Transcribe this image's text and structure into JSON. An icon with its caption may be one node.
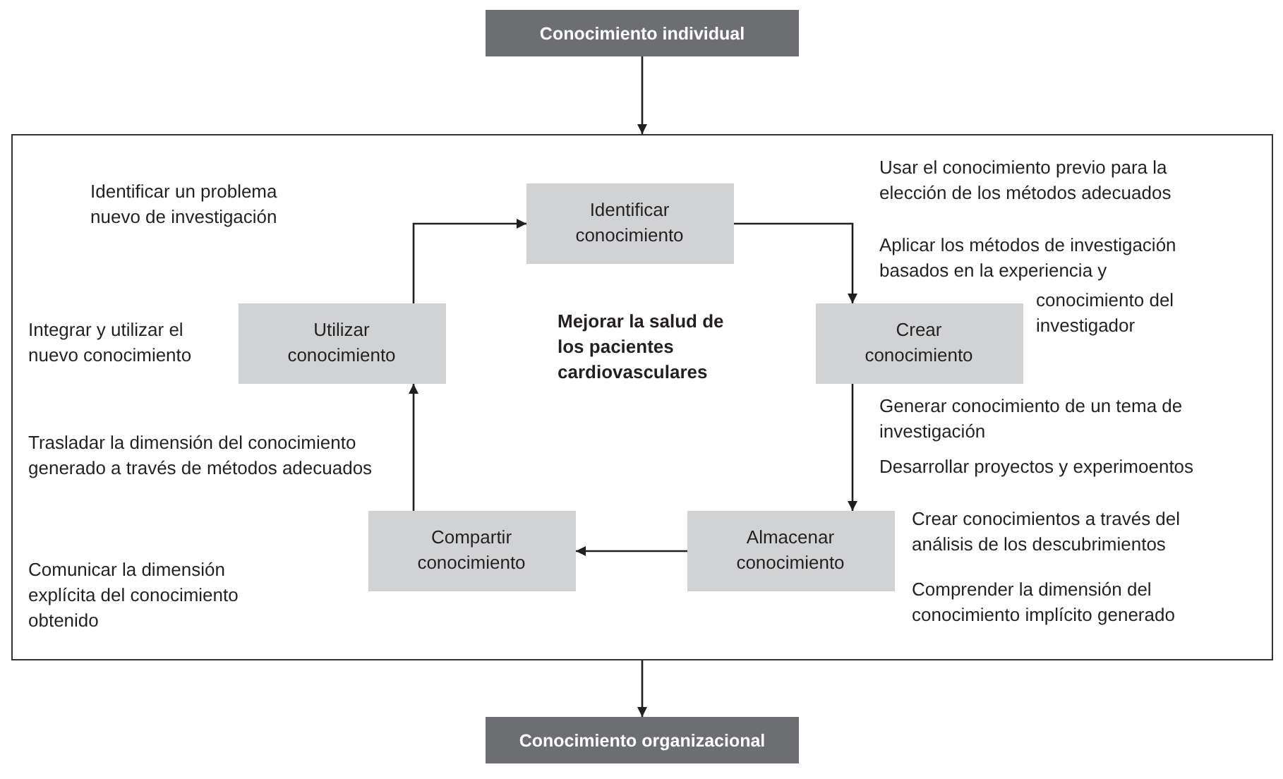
{
  "diagram": {
    "nodes": [
      {
        "text": [
          "Conocimiento individual"
        ]
      },
      {
        "text": [],
        "shape": "box"
      },
      {
        "text": [
          "Identificar conocimiento"
        ],
        "in": 1
      },
      {
        "text": [
          "Crear conocimiento"
        ],
        "in": 1
      },
      {
        "text": [
          "Almacenar conocimiento"
        ],
        "in": 1
      },
      {
        "text": [
          "Compartir conocimiento"
        ],
        "in": 1
      },
      {
        "text": [
          "Utilizar conocimiento"
        ],
        "in": 1
      },
      {
        "text": [
          "Conocimiento organizacional"
        ]
      }
    ],
    "edges": [
      {
        "from": 0,
        "to": 1,
        "arrow": "to"
      },
      {
        "from": 2,
        "to": 3,
        "arrow": "to"
      },
      {
        "from": 3,
        "to": 4,
        "arrow": "to"
      },
      {
        "from": 4,
        "to": 5,
        "arrow": "to"
      },
      {
        "from": 5,
        "to": 6,
        "arrow": "to"
      },
      {
        "from": 6,
        "to": 2,
        "arrow": "to"
      },
      {
        "from": 1,
        "to": 7,
        "arrow": "to"
      }
    ],
    "labels": [
      "Usar el conocimiento previo para la elección de los métodos adecuados",
      "Identificar un problema nuevo de investigación",
      "Aplicar los métodos de investigación basados en la experiencia y",
      "conocimiento del investigador",
      "Integrar y utilizar el nuevo conocimiento",
      "Mejorar la salud de los pacientes cardiovasculares",
      "Generar conocimiento de un tema de investigación",
      "Desarrollar proyectos y experimoentos",
      "Trasladar la dimensión del conocimiento generado a través de métodos adecuados",
      "Crear conocimientos a través del análisis de los descubrimientos",
      "Comunicar la dimensión explícita del conocimiento obtenido",
      "Comprender la dimensión del conocimiento implícito generado"
    ]
  }
}
